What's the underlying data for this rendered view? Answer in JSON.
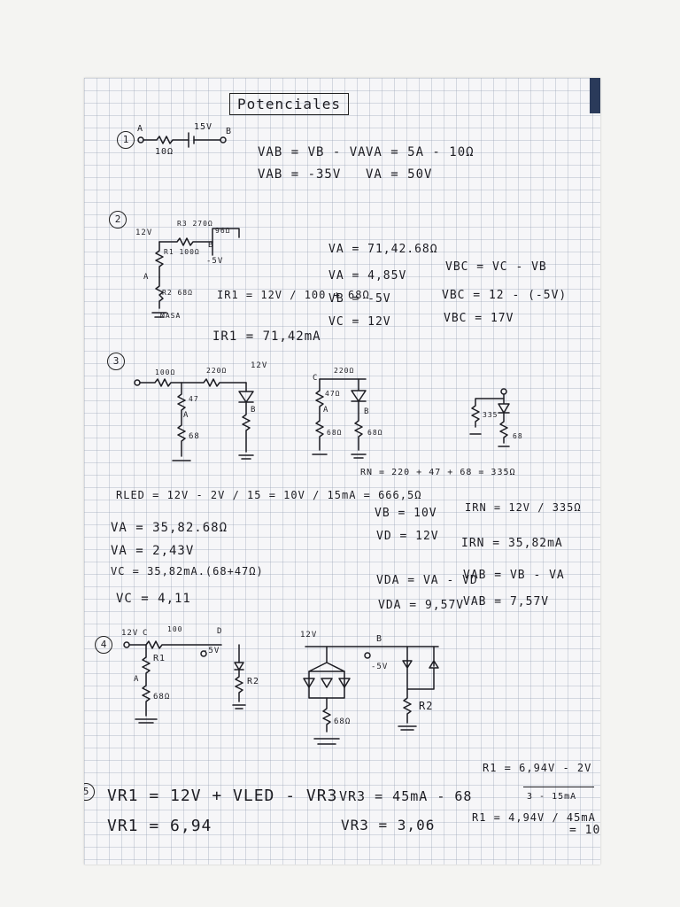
{
  "title": "Potenciales",
  "section_numbers": [
    "1",
    "2",
    "3",
    "4",
    "5"
  ],
  "s1": {
    "labels": {
      "a": "A",
      "b": "B",
      "r": "10Ω",
      "v": "15V"
    },
    "lines": [
      "VAB = VB - VA",
      "VAB = -35V",
      "VA = 5A - 10Ω",
      "VA = 50V"
    ]
  },
  "s2": {
    "labels": {
      "v12": "12V",
      "r3": "R3 270Ω",
      "rb": "96Ω",
      "r1": "R1 100Ω",
      "b": "B",
      "m5": "-5V",
      "a": "A",
      "r2": "R2 68Ω",
      "masa": "MASA"
    },
    "ir_formula": "IR1 = 12V / 100 + 68Ω",
    "ir_result": "IR1 = 71,42mA",
    "col1": [
      "VA = 71,42.68Ω",
      "VA = 4,85V",
      "VB = -5V",
      "VC = 12V"
    ],
    "col2": [
      "VBC = VC - VB",
      "VBC = 12 - (-5V)",
      "VBC = 17V"
    ]
  },
  "s3": {
    "labels": {
      "r100": "100Ω",
      "r220": "220Ω",
      "v12": "12V",
      "r47": "47",
      "a": "A",
      "r68": "68",
      "b": "B",
      "c": "C",
      "r220b": "220Ω",
      "r47b": "47Ω",
      "r68b": "68Ω",
      "r68c": "68Ω",
      "r335": "335",
      "r68d": "68"
    },
    "rn": "RN = 220 + 47 + 68 = 335Ω",
    "rled": "RLED = 12V - 2V / 15 = 10V / 15mA = 666,5Ω",
    "left": [
      "VA = 35,82.68Ω",
      "VA = 2,43V",
      "VC = 35,82mA.(68+47Ω)",
      "VC = 4,11"
    ],
    "mid": [
      "VB = 10V",
      "VD = 12V"
    ],
    "irn": [
      "IRN = 12V / 335Ω",
      "IRN = 35,82mA"
    ],
    "vda": [
      "VDA = VA - VD",
      "VDA = 9,57V"
    ],
    "vab": [
      "VAB = VB - VA",
      "VAB = 7,57V"
    ]
  },
  "s4": {
    "labels": {
      "v12": "12V",
      "c": "C",
      "r100": "100",
      "d": "D",
      "m5": "-5V",
      "r1": "R1",
      "a": "A",
      "r68": "68Ω",
      "r2": "R2",
      "v12b": "12V",
      "b": "B",
      "m5b": "-5V",
      "r68b": "68Ω",
      "r2b": "R2"
    }
  },
  "s5": {
    "lines1": [
      "VR1 = 12V + VLED - VR3",
      "VR1 = 6,94"
    ],
    "lines2": [
      "VR3 = 45mA - 68",
      "VR3 = 3,06"
    ],
    "right": [
      "R1 = 6,94V - 2V",
      "3 - 15mA",
      "R1 = 4,94V / 45mA",
      "= 10"
    ]
  }
}
